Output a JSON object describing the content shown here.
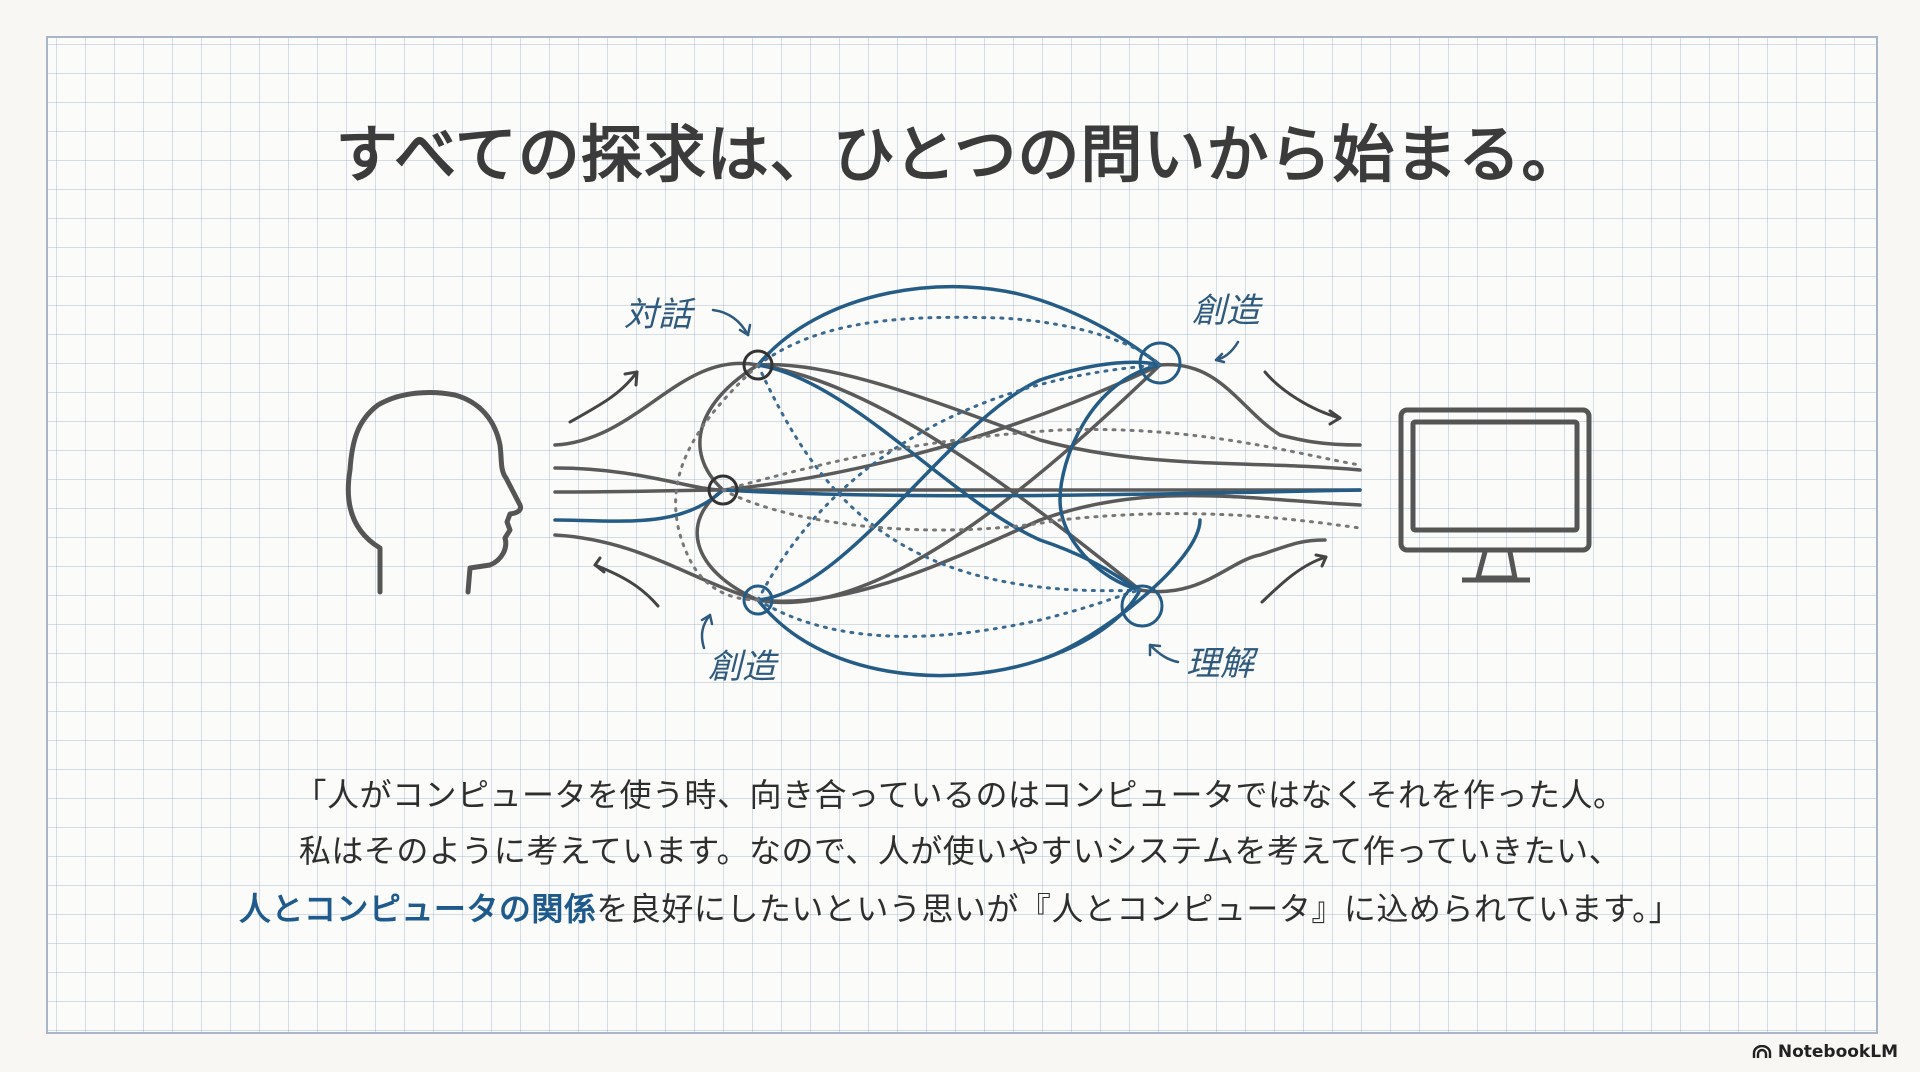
{
  "title": "すべての探求は、ひとつの問いから始まる。",
  "diagram": {
    "labels": {
      "top_left": "対話",
      "top_right": "創造",
      "bottom_left": "創造",
      "bottom_right": "理解"
    },
    "left_icon": "head-silhouette-icon",
    "right_icon": "computer-monitor-icon"
  },
  "quote": {
    "line1": "「人がコンピュータを使う時、向き合っているのはコンピュータではなくそれを作った人。",
    "line2": "私はそのように考えています。なので、人が使いやすいシステムを考えて作っていきたい、",
    "line3_highlight": "人とコンピュータの関係",
    "line3_rest": "を良好にしたいという思いが『人とコンピュータ』に込められています。」"
  },
  "brand": {
    "name": "NotebookLM",
    "icon": "notebooklm-logo-icon"
  },
  "colors": {
    "title": "#3b3b3b",
    "gray_line": "#5a5a5a",
    "blue_line": "#245c86",
    "highlight": "#1f5a8c",
    "grid_border": "#a8b6c8"
  }
}
